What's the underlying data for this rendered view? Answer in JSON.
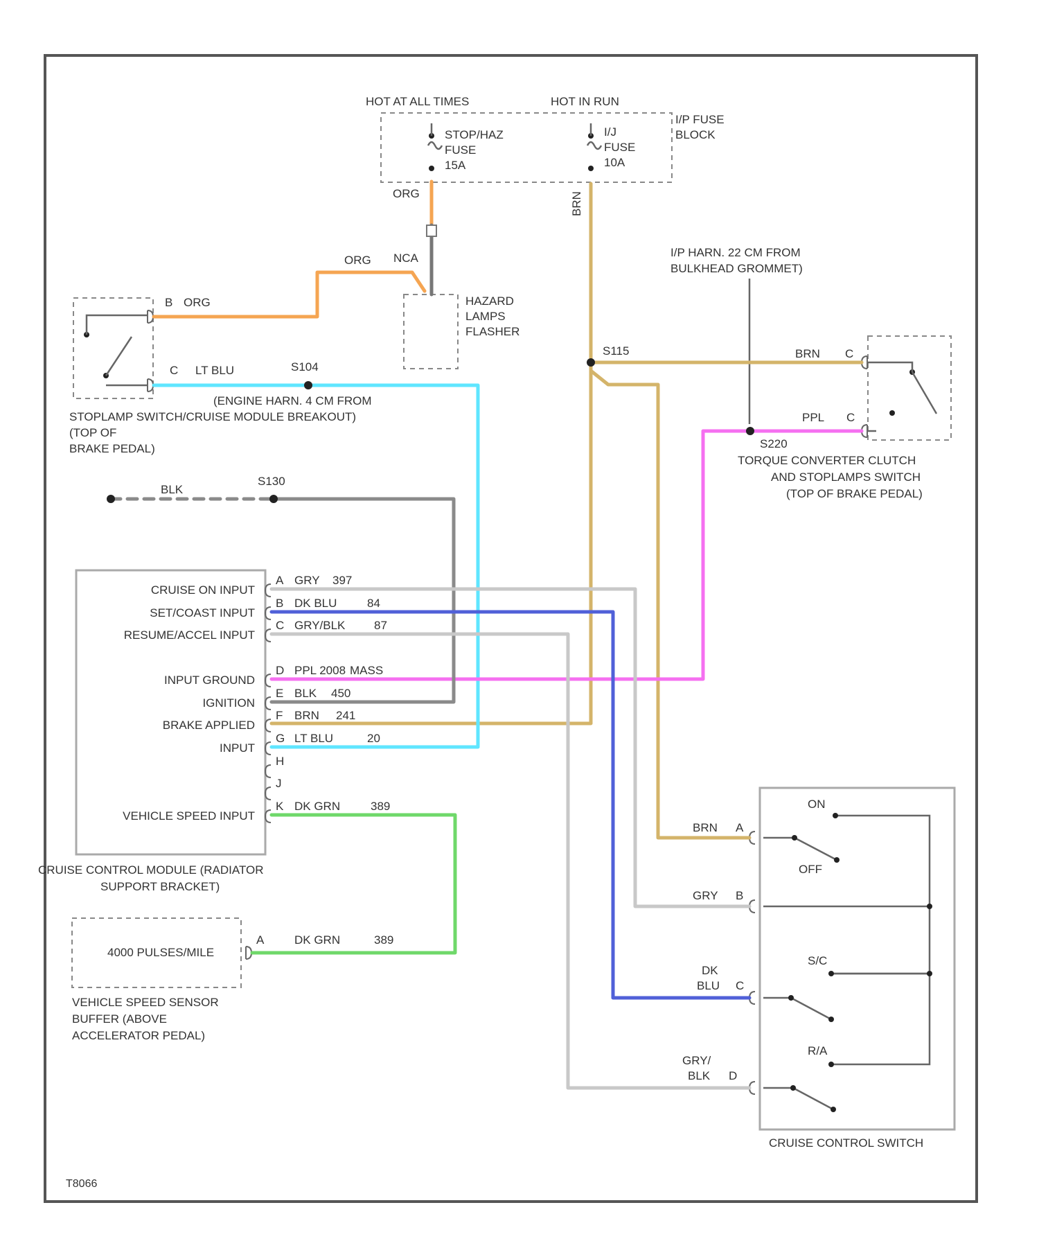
{
  "colors": {
    "orange": "#f5a552",
    "tan": "#d4b46a",
    "cyan": "#5fe6ff",
    "magenta": "#f570f0",
    "gray": "#8a8a8a",
    "lightgray": "#c8c8c8",
    "blue": "#5060d8",
    "green": "#6fd86a"
  },
  "fuse_block": {
    "hot_at_all_times": "HOT AT ALL TIMES",
    "hot_in_run": "HOT IN RUN",
    "name": [
      "I/P FUSE",
      "BLOCK"
    ],
    "stop_fuse": [
      "STOP/HAZ",
      "FUSE",
      "15A"
    ],
    "ic_fuse": [
      "I/J",
      "FUSE",
      "10A"
    ]
  },
  "hazard_flasher": {
    "label": [
      "HAZARD",
      "LAMPS",
      "FLASHER"
    ],
    "wire_top": "ORG",
    "wire_a": "ORG",
    "wire_b": "NCA"
  },
  "stoplamp_switch": {
    "pin_b": "B",
    "pin_b_wire": "ORG",
    "pin_c": "C",
    "pin_c_wire": "LT BLU",
    "splice": "S104",
    "harness_note": "(ENGINE HARN. 4 CM FROM",
    "label": [
      "STOPLAMP SWITCH/CRUISE MODULE BREAKOUT)",
      "(TOP OF",
      "BRAKE PEDAL)"
    ]
  },
  "fuse_wire_brn": "BRN",
  "splice_s115": "S115",
  "ground": {
    "wire": "BLK",
    "splice": "S130"
  },
  "torque_switch": {
    "harness_note": [
      "I/P HARN. 22 CM FROM",
      "BULKHEAD GROMMET)"
    ],
    "pin_c_brn": "C",
    "brn_label": "BRN",
    "ppl_label": "PPL",
    "pin_c_ppl": "C",
    "splice": "S220",
    "label": [
      "TORQUE CONVERTER CLUTCH",
      "AND STOPLAMPS SWITCH",
      "(TOP OF BRAKE PEDAL)"
    ]
  },
  "module": {
    "labels": [
      "CRUISE ON INPUT",
      "SET/COAST INPUT",
      "RESUME/ACCEL INPUT",
      "INPUT GROUND",
      "IGNITION",
      "BRAKE APPLIED",
      "INPUT",
      "VEHICLE SPEED INPUT"
    ],
    "pins": [
      {
        "pin": "A",
        "wire": "GRY",
        "circuit": "397"
      },
      {
        "pin": "B",
        "wire": "DK BLU",
        "circuit": "84"
      },
      {
        "pin": "C",
        "wire": "GRY/BLK",
        "circuit": "87"
      },
      {
        "pin": "D",
        "wire": "PPL 2008",
        "circuit": "MASS"
      },
      {
        "pin": "E",
        "wire": "BLK",
        "circuit": "450"
      },
      {
        "pin": "F",
        "wire": "BRN",
        "circuit": "241"
      },
      {
        "pin": "G",
        "wire": "LT BLU",
        "circuit": "20"
      },
      {
        "pin": "H",
        "wire": "",
        "circuit": ""
      },
      {
        "pin": "J",
        "wire": "",
        "circuit": ""
      },
      {
        "pin": "K",
        "wire": "DK GRN",
        "circuit": "389"
      }
    ],
    "name": [
      "CRUISE CONTROL MODULE (RADIATOR",
      "SUPPORT BRACKET)"
    ]
  },
  "vss": {
    "text": "4000 PULSES/MILE",
    "pin": "A",
    "wire": "DK GRN",
    "circuit": "389",
    "label": [
      "VEHICLE SPEED SENSOR",
      "BUFFER (ABOVE",
      "ACCELERATOR PEDAL)"
    ]
  },
  "cruise_switch": {
    "a_wire": "BRN",
    "a_pin": "A",
    "b_wire": "GRY",
    "b_pin": "B",
    "c_wire1": "DK",
    "c_wire2": "BLU",
    "c_pin": "C",
    "d_wire1": "GRY/",
    "d_wire2": "BLK",
    "d_pin": "D",
    "on": "ON",
    "off": "OFF",
    "sc": "S/C",
    "ra": "R/A",
    "label": "CRUISE CONTROL SWITCH"
  },
  "figure_id": "T8066"
}
